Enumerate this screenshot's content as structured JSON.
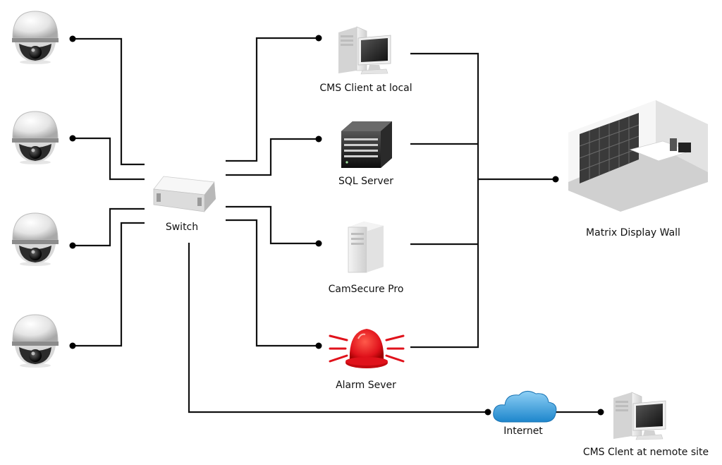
{
  "labels": {
    "switch": "Switch",
    "cms_local": "CMS Client at local",
    "sql": "SQL Server",
    "camsecure": "CamSecure Pro",
    "alarm": "Alarm Sever",
    "matrix": "Matrix Display Wall",
    "internet": "Internet",
    "cms_remote": "CMS Clent at nemote site"
  },
  "colors": {
    "line": "#111111",
    "alarm_red": "#e0121b",
    "cloud_blue": "#2f9ad9",
    "device_gray": "#d9d9d9"
  },
  "icons": {
    "camera": "dome-camera-icon",
    "switch": "network-switch-icon",
    "pc": "desktop-pc-icon",
    "server": "server-icon",
    "tower": "tower-server-icon",
    "alarm": "alarm-beacon-icon",
    "room": "display-wall-room-icon",
    "cloud": "cloud-icon"
  }
}
